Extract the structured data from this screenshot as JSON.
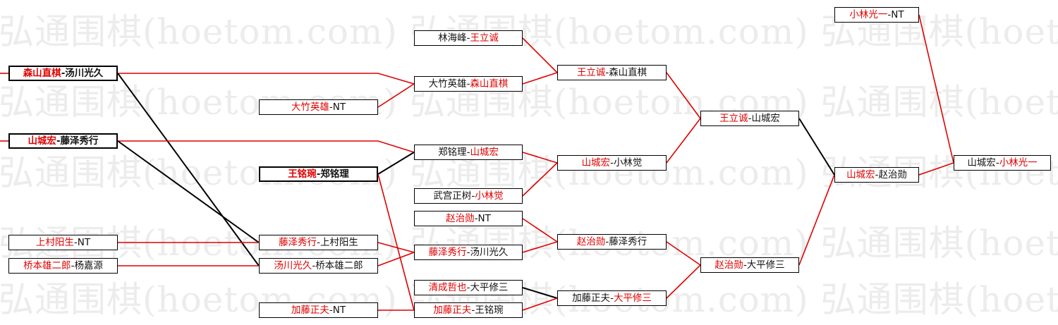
{
  "colors": {
    "win": "#e00000",
    "loss": "#000000",
    "watermark": "#ececec"
  },
  "watermark": {
    "text": "弘通围棋(hoetom.com) 弘通围棋(hoetom.com) 弘通围棋(hoetom.com)"
  },
  "matches": [
    {
      "id": "m1",
      "bold": true,
      "winner": 0,
      "players": [
        "森山直棋",
        "汤川光久"
      ]
    },
    {
      "id": "m2",
      "bold": true,
      "winner": 0,
      "players": [
        "山城宏",
        "藤泽秀行"
      ]
    },
    {
      "id": "m3",
      "bold": false,
      "winner": 0,
      "players": [
        "上村阳生",
        "NT"
      ]
    },
    {
      "id": "m4",
      "bold": false,
      "winner": 0,
      "players": [
        "桥本雄二郎",
        "杨嘉源"
      ]
    },
    {
      "id": "m5",
      "bold": false,
      "winner": 0,
      "players": [
        "大竹英雄",
        "NT"
      ]
    },
    {
      "id": "m6",
      "bold": true,
      "winner": 0,
      "players": [
        "王铭琬",
        "郑铭理"
      ]
    },
    {
      "id": "m7",
      "bold": false,
      "winner": 0,
      "players": [
        "藤泽秀行",
        "上村阳生"
      ]
    },
    {
      "id": "m8",
      "bold": false,
      "winner": 0,
      "players": [
        "汤川光久",
        "桥本雄二郎"
      ]
    },
    {
      "id": "m9",
      "bold": false,
      "winner": 0,
      "players": [
        "加藤正夫",
        "NT"
      ]
    },
    {
      "id": "m10",
      "bold": false,
      "winner": 1,
      "players": [
        "林海峰",
        "王立诚"
      ]
    },
    {
      "id": "m11",
      "bold": false,
      "winner": 1,
      "players": [
        "大竹英雄",
        "森山直棋"
      ]
    },
    {
      "id": "m12",
      "bold": false,
      "winner": 1,
      "players": [
        "郑铭理",
        "山城宏"
      ]
    },
    {
      "id": "m13",
      "bold": false,
      "winner": 1,
      "players": [
        "武宫正树",
        "小林觉"
      ]
    },
    {
      "id": "m14",
      "bold": false,
      "winner": 0,
      "players": [
        "赵治勋",
        "NT"
      ]
    },
    {
      "id": "m15",
      "bold": false,
      "winner": 0,
      "players": [
        "藤泽秀行",
        "汤川光久"
      ]
    },
    {
      "id": "m16",
      "bold": false,
      "winner": 0,
      "players": [
        "清成哲也",
        "大平修三"
      ]
    },
    {
      "id": "m17",
      "bold": false,
      "winner": 0,
      "players": [
        "加藤正夫",
        "王铭琬"
      ]
    },
    {
      "id": "m18",
      "bold": false,
      "winner": 0,
      "players": [
        "王立诚",
        "森山直棋"
      ]
    },
    {
      "id": "m19",
      "bold": false,
      "winner": 0,
      "players": [
        "山城宏",
        "小林觉"
      ]
    },
    {
      "id": "m20",
      "bold": false,
      "winner": 0,
      "players": [
        "赵治勋",
        "藤泽秀行"
      ]
    },
    {
      "id": "m21",
      "bold": false,
      "winner": 1,
      "players": [
        "加藤正夫",
        "大平修三"
      ]
    },
    {
      "id": "m22",
      "bold": false,
      "winner": 0,
      "players": [
        "王立诚",
        "山城宏"
      ]
    },
    {
      "id": "m23",
      "bold": false,
      "winner": 0,
      "players": [
        "赵治勋",
        "大平修三"
      ]
    },
    {
      "id": "m24",
      "bold": false,
      "winner": 0,
      "players": [
        "山城宏",
        "赵治勋"
      ]
    },
    {
      "id": "m25",
      "bold": false,
      "winner": 0,
      "players": [
        "小林光一",
        "NT"
      ]
    },
    {
      "id": "m26",
      "bold": false,
      "winner": 1,
      "players": [
        "山城宏",
        "小林光一"
      ]
    }
  ],
  "links": [
    {
      "from": "m1",
      "to": "m11",
      "result": "win"
    },
    {
      "from": "m1",
      "to": "m8",
      "result": "loss"
    },
    {
      "from": "m2",
      "to": "m12",
      "result": "win"
    },
    {
      "from": "m2",
      "to": "m7",
      "result": "loss"
    },
    {
      "from": "m3",
      "to": "m7",
      "result": "win"
    },
    {
      "from": "m4",
      "to": "m8",
      "result": "win"
    },
    {
      "from": "m5",
      "to": "m11",
      "result": "win"
    },
    {
      "from": "m6",
      "to": "m12",
      "result": "loss"
    },
    {
      "from": "m6",
      "to": "m17",
      "result": "win"
    },
    {
      "from": "m7",
      "to": "m15",
      "result": "win"
    },
    {
      "from": "m8",
      "to": "m15",
      "result": "win"
    },
    {
      "from": "m9",
      "to": "m17",
      "result": "win"
    },
    {
      "from": "m10",
      "to": "m18",
      "result": "win"
    },
    {
      "from": "m11",
      "to": "m18",
      "result": "win"
    },
    {
      "from": "m12",
      "to": "m19",
      "result": "win"
    },
    {
      "from": "m13",
      "to": "m19",
      "result": "win"
    },
    {
      "from": "m14",
      "to": "m20",
      "result": "win"
    },
    {
      "from": "m15",
      "to": "m20",
      "result": "win"
    },
    {
      "from": "m16",
      "to": "m21",
      "result": "loss"
    },
    {
      "from": "m17",
      "to": "m21",
      "result": "win"
    },
    {
      "from": "m18",
      "to": "m22",
      "result": "win"
    },
    {
      "from": "m19",
      "to": "m22",
      "result": "win"
    },
    {
      "from": "m20",
      "to": "m23",
      "result": "win"
    },
    {
      "from": "m21",
      "to": "m23",
      "result": "win"
    },
    {
      "from": "m22",
      "to": "m24",
      "result": "loss"
    },
    {
      "from": "m23",
      "to": "m24",
      "result": "win"
    },
    {
      "from": "m24",
      "to": "m26",
      "result": "win"
    },
    {
      "from": "m25",
      "to": "m26",
      "result": "win"
    },
    {
      "from": "m1",
      "to": "left-edge",
      "result": "win"
    },
    {
      "from": "m2",
      "to": "left-edge",
      "result": "win"
    }
  ]
}
